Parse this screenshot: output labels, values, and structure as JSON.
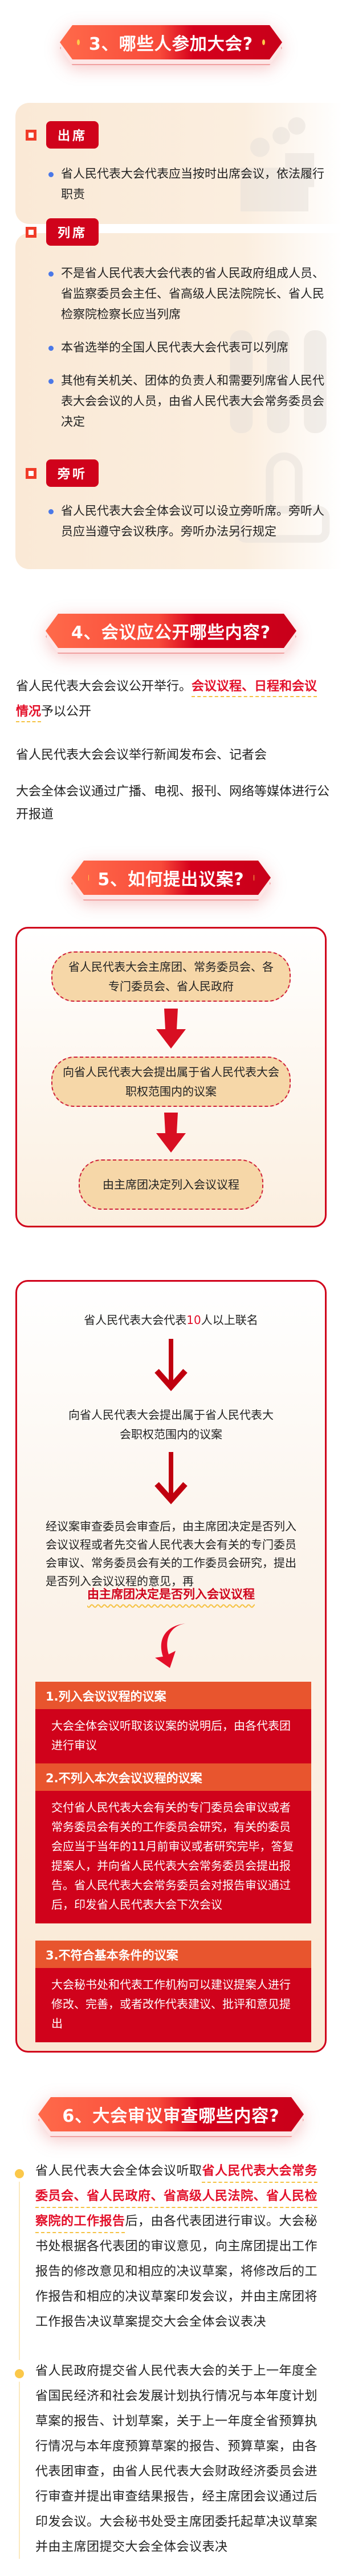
{
  "section3": {
    "title": "3、哪些人参加大会?",
    "cards": [
      {
        "tag": "出席",
        "items": [
          "省人民代表大会代表应当按时出席会议，依法履行职责"
        ]
      },
      {
        "tag": "列席",
        "items": [
          "不是省人民代表大会代表的省人民政府组成人员、省监察委员会主任、省高级人民法院院长、省人民检察院检察长应当列席",
          "本省选举的全国人民代表大会代表可以列席",
          "其他有关机关、团体的负责人和需要列席省人民代表大会会议的人员，由省人民代表大会常务委员会决定"
        ]
      },
      {
        "tag": "旁听",
        "items": [
          "省人民代表大会全体会议可以设立旁听席。旁听人员应当遵守会议秩序。旁听办法另行规定"
        ]
      }
    ]
  },
  "section4": {
    "title": "4、会议应公开哪些内容?",
    "p1_a": "省人民代表大会会议公开举行。",
    "p1_hl": "会议议程、日程和会议情况",
    "p1_b": "予以公开",
    "p2": "省人民代表大会会议举行新闻发布会、记者会",
    "p3": "大会全体会议通过广播、电视、报刊、网络等媒体进行公开报道"
  },
  "section5": {
    "title": "5、如何提出议案?",
    "flow1": [
      "省人民代表大会主席团、常务委员会、各专门委员会、省人民政府",
      "向省人民代表大会提出属于省人民代表大会职权范围内的议案",
      "由主席团决定列入会议议程"
    ],
    "flow2": {
      "s1_a": "省人民代表大会代表",
      "s1_num": "10",
      "s1_b": "人以上联名",
      "s2": "向省人民代表大会提出属于省人民代表大会职权范围内的议案",
      "s3": "经议案审查委员会审查后，由主席团决定是否列入会议议程或者先交省人民代表大会有关的专门委员会审议、常务委员会有关的工作委员会研究，提出是否列入会议议程的意见，再",
      "s3_hl": "由主席团决定是否列入会议议程",
      "outcomes": [
        {
          "title": "1.列入会议议程的议案",
          "body": "大会全体会议听取该议案的说明后，由各代表团进行审议"
        },
        {
          "title": "2.不列入本次会议议程的议案",
          "body": "交付省人民代表大会有关的专门委员会审议或者常务委员会有关的工作委员会研究，有关的委员会应当于当年的11月前审议或者研究完毕，答复提案人，并向省人民代表大会常务委员会提出报告。省人民代表大会常务委员会对报告审议通过后，印发省人民代表大会下次会议"
        },
        {
          "title": "3.不符合基本条件的议案",
          "body": "大会秘书处和代表工作机构可以建议提案人进行修改、完善，或者改作代表建议、批评和意见提出"
        }
      ]
    }
  },
  "section6": {
    "title": "6、大会审议审查哪些内容?",
    "item1_a": "省人民代表大会全体会议听取",
    "item1_hl": "省人民代表大会常务委员会、省人民政府、省高级人民法院、省人民检察院的工作报告",
    "item1_b": "后，由各代表团进行审议。大会秘书处根据各代表团的审议意见，向主席团提出工作报告的修改意见和相应的决议草案，将修改后的工作报告和相应的决议草案印发会议，并由主席团将工作报告决议草案提交大会全体会议表决",
    "item2": "省人民政府提交省人民代表大会的关于上一年度全省国民经济和社会发展计划执行情况与本年度计划草案的报告、计划草案，关于上一年度全省预算执行情况与本年度预算草案的报告、预算草案，由各代表团审查，由省人民代表大会财政经济委员会进行审查并提出审查结果报告，经主席团会议通过后印发会议。大会秘书处受主席团委托起草决议草案并由主席团提交大会全体会议表决"
  },
  "colors": {
    "primary": "#d0021b",
    "accent": "#e8552e",
    "highlight": "#f5c242",
    "card": "#fae9d6"
  }
}
